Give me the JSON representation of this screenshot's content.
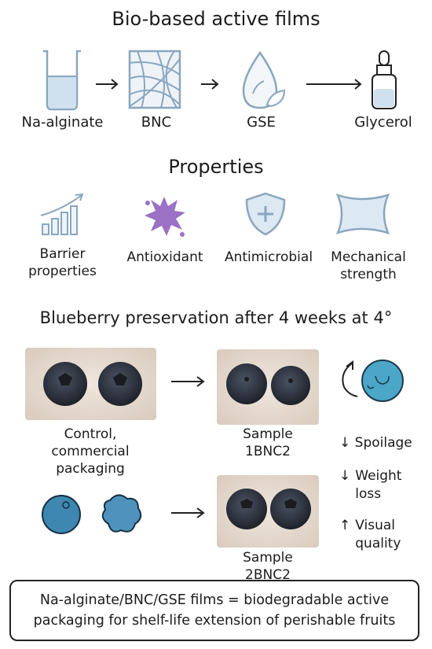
{
  "title": "Bio-based active films",
  "components": [
    "Na-alginate",
    "BNC",
    "GSE",
    "Glycerol"
  ],
  "properties_title": "Properties",
  "properties": [
    {
      "label": "Barrier\nproperties",
      "icon": "bar-chart-icon"
    },
    {
      "label": "Antioxidant",
      "icon": "splat-icon"
    },
    {
      "label": "Antimicrobial",
      "icon": "shield-plus-icon"
    },
    {
      "label": "Mechanical\nstrength",
      "icon": "stretched-film-icon"
    }
  ],
  "preservation_title": "Blueberry preservation after 4 weeks at 4°",
  "samples": {
    "control": "Control,\ncommercial\npackaging",
    "s1": "Sample\n1BNC2",
    "s2": "Sample\n2BNC2"
  },
  "effects": [
    {
      "arrow": "↓",
      "text": "Spoilage"
    },
    {
      "arrow": "↓",
      "text": "Weight\nloss"
    },
    {
      "arrow": "↑",
      "text": "Visual\nquality"
    }
  ],
  "conclusion": [
    "Na-alginate/BNC/GSE films = biodegradable active",
    "packaging for shelf-life extension of perishable fruits"
  ],
  "colors": {
    "icon_stroke": "#8aa6bf",
    "icon_fill": "#cfe0ee",
    "purple": "#9a71c4",
    "berry": "#2f3440"
  }
}
